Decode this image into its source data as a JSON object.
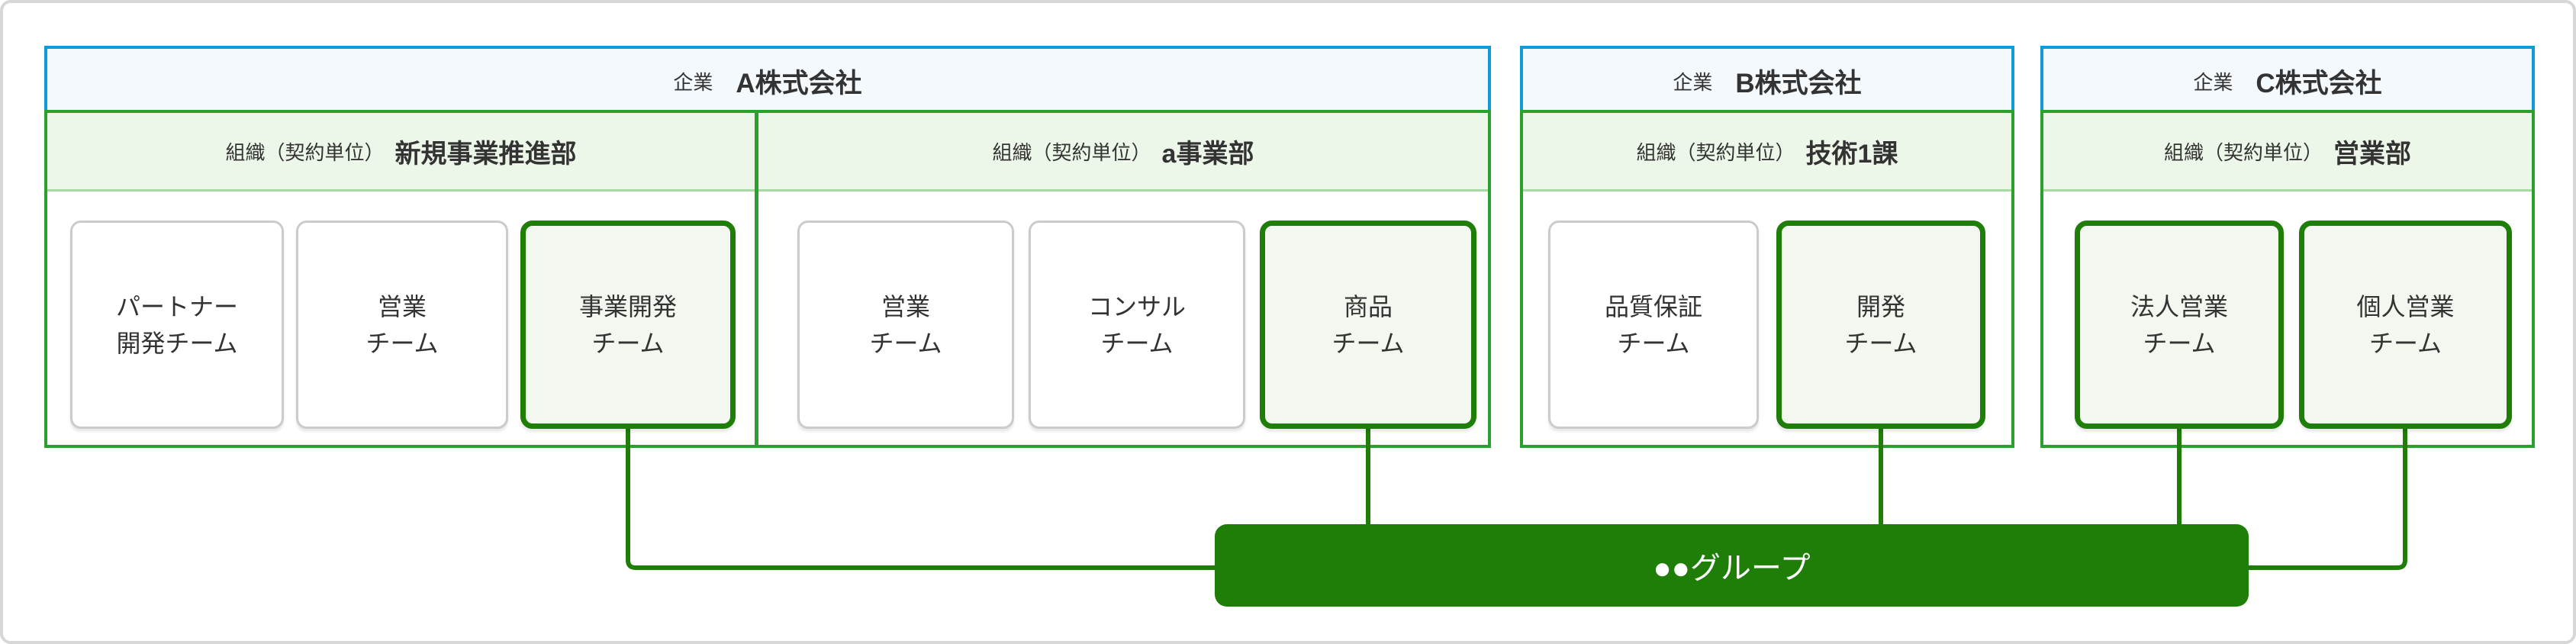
{
  "palette": {
    "company_border_blue": "#0f9bd7",
    "company_header_bg": "#f4f9fd",
    "org_border_green": "#2ca02c",
    "org_header_bg": "#edf7e9",
    "org_divider": "#a8d8a4",
    "team_border_gray": "#cbcbcb",
    "highlight_green": "#1e7e08",
    "highlight_team_bg": "#f2f8ef",
    "group_bg": "#1e7e08",
    "group_text": "#ffffff",
    "text": "#333333"
  },
  "companies": [
    {
      "label": "企業",
      "name": "A株式会社",
      "orgs": [
        {
          "label": "組織（契約単位）",
          "name": "新規事業推進部",
          "teams": [
            {
              "line1": "パートナー",
              "line2": "開発チーム",
              "highlighted": false
            },
            {
              "line1": "営業",
              "line2": "チーム",
              "highlighted": false
            },
            {
              "line1": "事業開発",
              "line2": "チーム",
              "highlighted": true
            }
          ]
        },
        {
          "label": "組織（契約単位）",
          "name": "a事業部",
          "teams": [
            {
              "line1": "営業",
              "line2": "チーム",
              "highlighted": false
            },
            {
              "line1": "コンサル",
              "line2": "チーム",
              "highlighted": false
            },
            {
              "line1": "商品",
              "line2": "チーム",
              "highlighted": true
            }
          ]
        }
      ]
    },
    {
      "label": "企業",
      "name": "B株式会社",
      "orgs": [
        {
          "label": "組織（契約単位）",
          "name": "技術1課",
          "teams": [
            {
              "line1": "品質保証",
              "line2": "チーム",
              "highlighted": false
            },
            {
              "line1": "開発",
              "line2": "チーム",
              "highlighted": true
            }
          ]
        }
      ]
    },
    {
      "label": "企業",
      "name": "C株式会社",
      "orgs": [
        {
          "label": "組織（契約単位）",
          "name": "営業部",
          "teams": [
            {
              "line1": "法人営業",
              "line2": "チーム",
              "highlighted": true
            },
            {
              "line1": "個人営業",
              "line2": "チーム",
              "highlighted": true
            }
          ]
        }
      ]
    }
  ],
  "group": {
    "label": "●●グループ"
  },
  "connections": [
    "事業開発チーム → ●●グループ",
    "商品チーム → ●●グループ",
    "開発チーム → ●●グループ",
    "法人営業チーム → ●●グループ",
    "個人営業チーム → ●●グループ"
  ]
}
